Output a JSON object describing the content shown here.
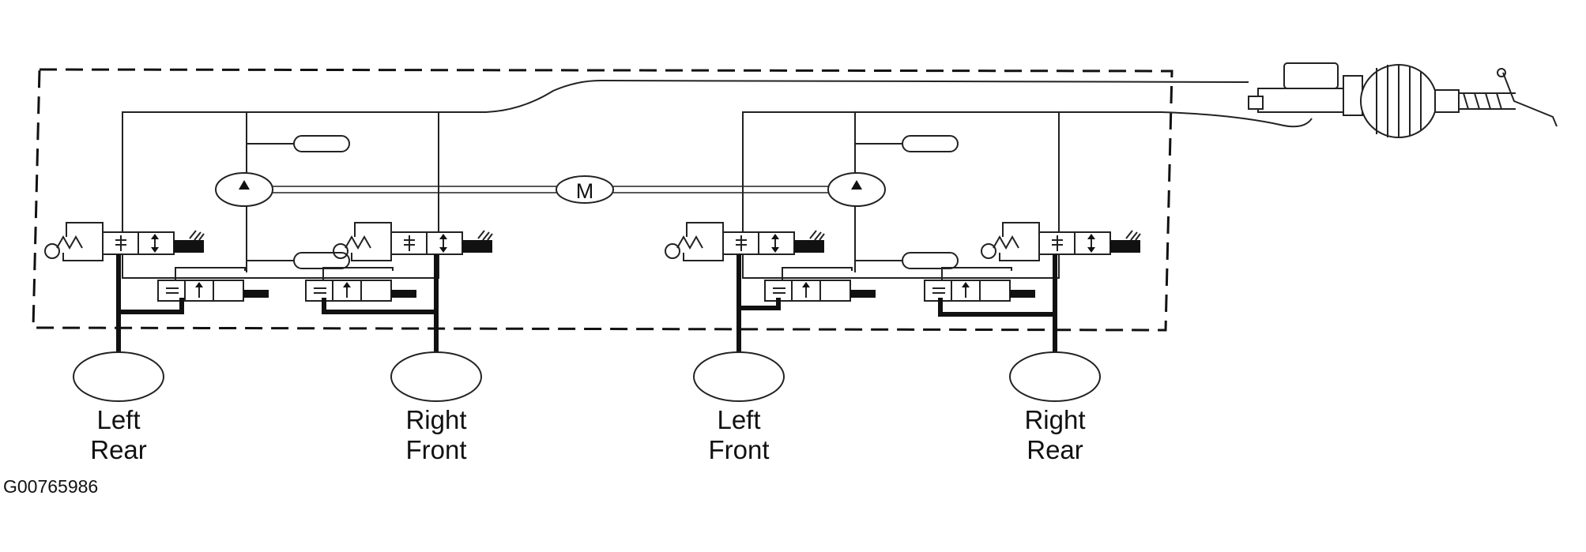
{
  "wheels": [
    {
      "line1": "Left",
      "line2": "Rear"
    },
    {
      "line1": "Right",
      "line2": "Front"
    },
    {
      "line1": "Left",
      "line2": "Front"
    },
    {
      "line1": "Right",
      "line2": "Rear"
    }
  ],
  "motor_label": "M",
  "figure_id": "G00765986"
}
